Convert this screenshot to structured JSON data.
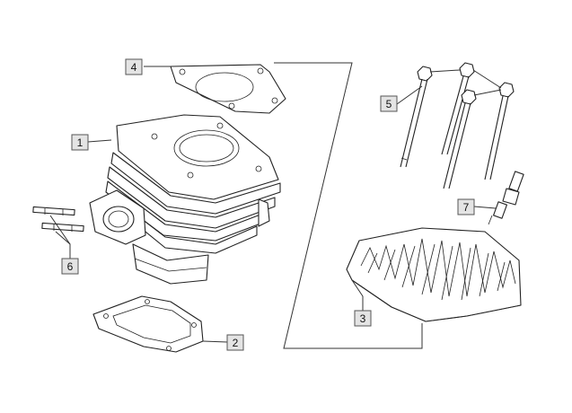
{
  "callouts": [
    {
      "id": "1",
      "label": "1"
    },
    {
      "id": "2",
      "label": "2"
    },
    {
      "id": "3",
      "label": "3"
    },
    {
      "id": "4",
      "label": "4"
    },
    {
      "id": "5",
      "label": "5"
    },
    {
      "id": "6",
      "label": "6"
    },
    {
      "id": "7",
      "label": "7"
    }
  ],
  "parts": [
    {
      "callout": "1",
      "icon": "cylinder-icon"
    },
    {
      "callout": "2",
      "icon": "base-gasket-icon"
    },
    {
      "callout": "3",
      "icon": "cylinder-head-icon"
    },
    {
      "callout": "4",
      "icon": "head-gasket-icon"
    },
    {
      "callout": "5",
      "icon": "stud-bolts-icon"
    },
    {
      "callout": "6",
      "icon": "studs-icon"
    },
    {
      "callout": "7",
      "icon": "spark-plug-icon"
    }
  ]
}
